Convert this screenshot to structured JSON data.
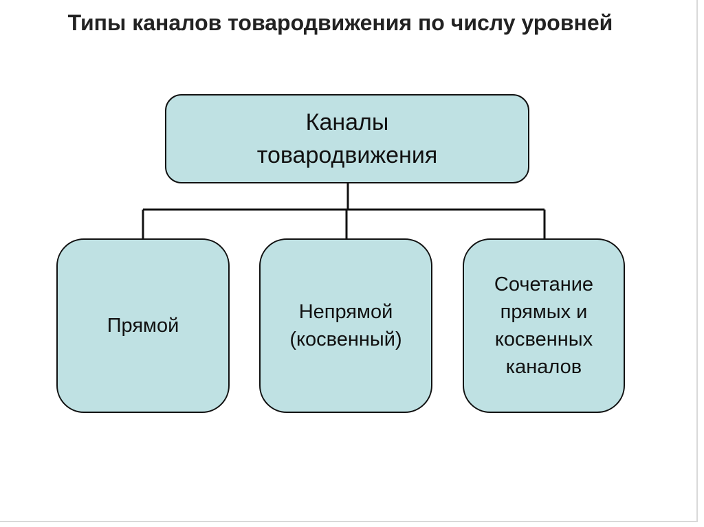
{
  "slide": {
    "title": "Типы каналов товародвижения по числу уровней"
  },
  "diagram": {
    "root": {
      "label": "Каналы товародвижения"
    },
    "children": [
      {
        "label": "Прямой"
      },
      {
        "label": "Непрямой (косвенный)"
      },
      {
        "label": "Сочетание прямых и косвенных каналов"
      }
    ]
  },
  "colors": {
    "node_fill": "#bfe1e3",
    "node_border": "#111111",
    "connector": "#111111",
    "title_text": "#222222"
  }
}
